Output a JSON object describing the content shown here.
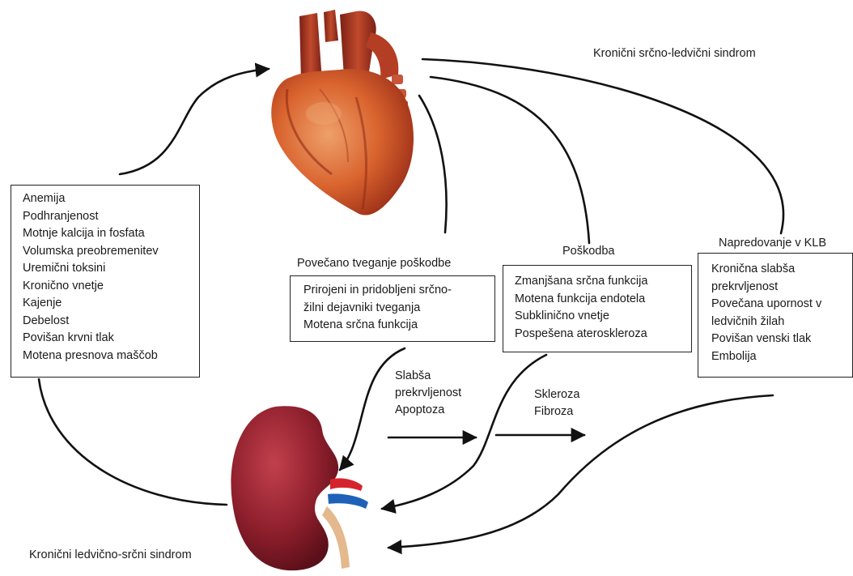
{
  "title_top": "Kronični srčno-ledvični sindrom",
  "title_bottom": "Kronični ledvično-srčni sindrom",
  "box_left": {
    "items": [
      "Anemija",
      "Podhranjenost",
      "Motnje kalcija in fosfata",
      "Volumska preobremenitev",
      "Uremični toksini",
      "Kronično vnetje",
      "Kajenje",
      "Debelost",
      "Povišan krvni tlak",
      "Motena presnova maščob"
    ]
  },
  "box_risk": {
    "heading": "Povečano tveganje poškodbe",
    "items": [
      "Prirojeni in pridobljeni srčno-",
      "žilni dejavniki tveganja",
      "Motena srčna funkcija"
    ]
  },
  "box_damage": {
    "heading": "Poškodba",
    "items": [
      "Zmanjšana srčna funkcija",
      "Motena funkcija endotela",
      "Subklinično vnetje",
      "Pospešena ateroskleroza"
    ]
  },
  "box_progress": {
    "heading": "Napredovanje v KLB",
    "items": [
      "Kronična slabša",
      "prekrvljenost",
      "Povečana upornost v",
      "ledvičnih žilah",
      "Povišan venski tlak",
      "Embolija"
    ]
  },
  "stage1": [
    "Slabša",
    "prekrvljenost",
    "Apoptoza"
  ],
  "stage2": [
    "Skleroza",
    "Fibroza"
  ],
  "colors": {
    "heart": "#d9632e",
    "heart_dark": "#9c2f18",
    "kidney": "#8e1f2c",
    "kidney_light": "#c2404d",
    "artery": "#d5232d",
    "vein": "#1d62b8",
    "ureter": "#e4b98d"
  },
  "icons": {
    "heart": "anatomical-heart-icon",
    "kidney": "kidney-icon"
  }
}
